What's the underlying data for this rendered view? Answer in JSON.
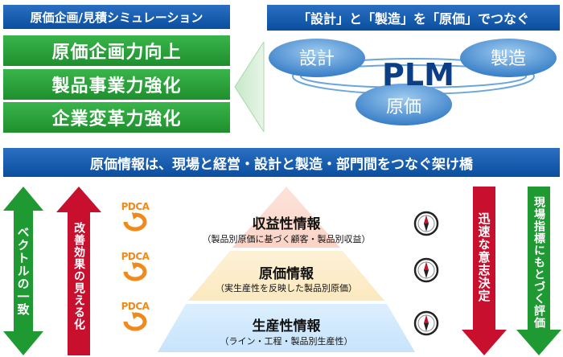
{
  "left_panel": {
    "header": "原価企画/見積シミュレーション",
    "items": [
      "原価企画力向上",
      "製品事業力強化",
      "企業変革力強化"
    ]
  },
  "right_panel": {
    "header": "「設計」と「製造」を「原価」でつなぐ",
    "ellipse_left": "設計",
    "ellipse_right": "製造",
    "ellipse_bottom": "原価",
    "center": "PLM"
  },
  "banner": "原価情報は、現場と経営・設計と製造・部門間をつなぐ架け橋",
  "arrows": {
    "left_green": "ベクトルの一致",
    "left_red": "改善効果の見える化",
    "right_red": "迅速な意志決定",
    "right_green": "現場指標にもとづく評価"
  },
  "pdca": [
    "PDCA",
    "PDCA",
    "PDCA"
  ],
  "pyramid": [
    {
      "title": "収益性情報",
      "sub": "（製品別原価に基づく顧客・製品別収益）"
    },
    {
      "title": "原価情報",
      "sub": "（実生産性を反映した製品別原価）"
    },
    {
      "title": "生産性情報",
      "sub": "（ライン・工程・製品別生産性）"
    }
  ],
  "colors": {
    "blue": "#0b4e9e",
    "green": "#1f8f2e",
    "red": "#c8102e",
    "orange": "#f08a1c"
  }
}
